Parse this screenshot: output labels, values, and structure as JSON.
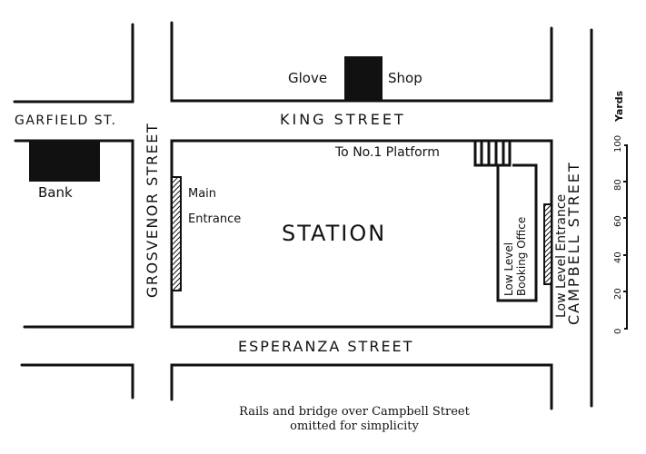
{
  "map": {
    "building": "STATION",
    "streets": {
      "king": "KING STREET",
      "garfield": "GARFIELD ST.",
      "grosvenor": "GROSVENOR  STREET",
      "esperanza": "ESPERANZA STREET",
      "campbell": "CAMPBELL  STREET"
    },
    "landmarks": {
      "glove_left": "Glove",
      "glove_right": "Shop",
      "bank": "Bank"
    },
    "entrances": {
      "main_line1": "Main",
      "main_line2": "Entrance",
      "low_level": "Low Level Entrance",
      "platform": "To No.1 Platform"
    },
    "booking_office": {
      "line1": "Low Level",
      "line2": "Booking Office"
    },
    "scale": {
      "unit": "Yards",
      "ticks": [
        "0",
        "20",
        "40",
        "60",
        "80",
        "100"
      ]
    },
    "footnote": {
      "line1": "Rails and bridge over Campbell Street",
      "line2": "omitted for simplicity"
    },
    "colors": {
      "ink": "#111111",
      "paper": "#ffffff"
    }
  }
}
